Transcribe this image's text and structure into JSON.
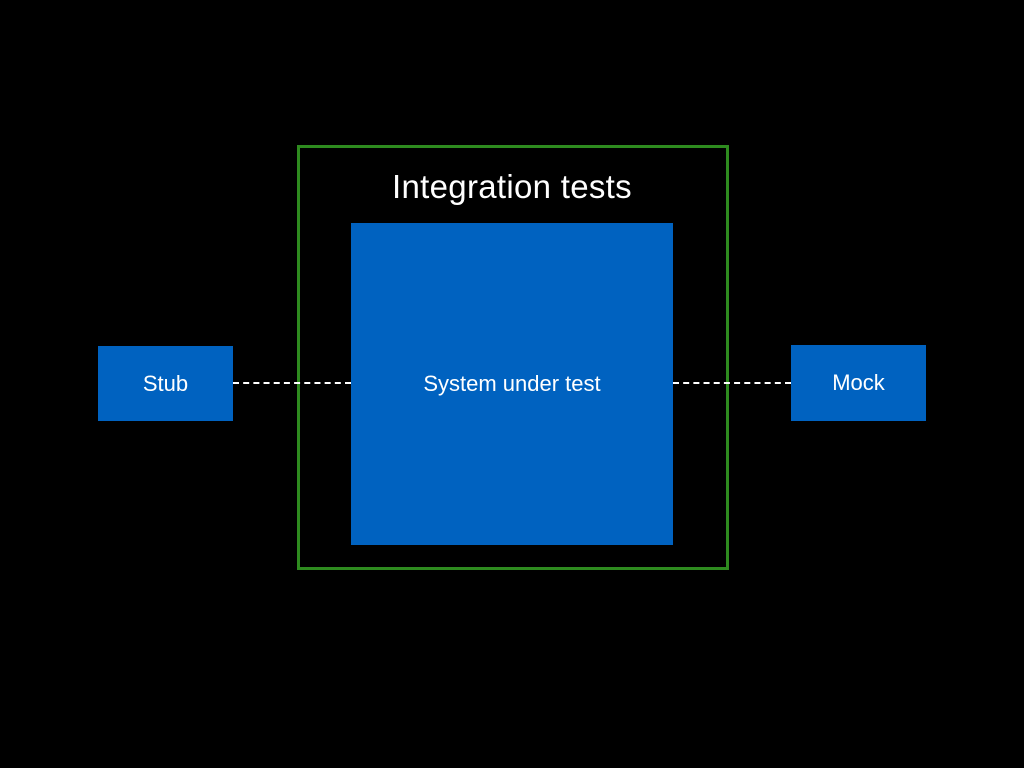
{
  "diagram": {
    "integration_label": "Integration tests",
    "system_label": "System under test",
    "stub_label": "Stub",
    "mock_label": "Mock"
  },
  "colors": {
    "background": "#000000",
    "box_fill": "#0062c0",
    "frame_border": "#2e8b1f",
    "text": "#ffffff",
    "connector": "#ffffff"
  }
}
